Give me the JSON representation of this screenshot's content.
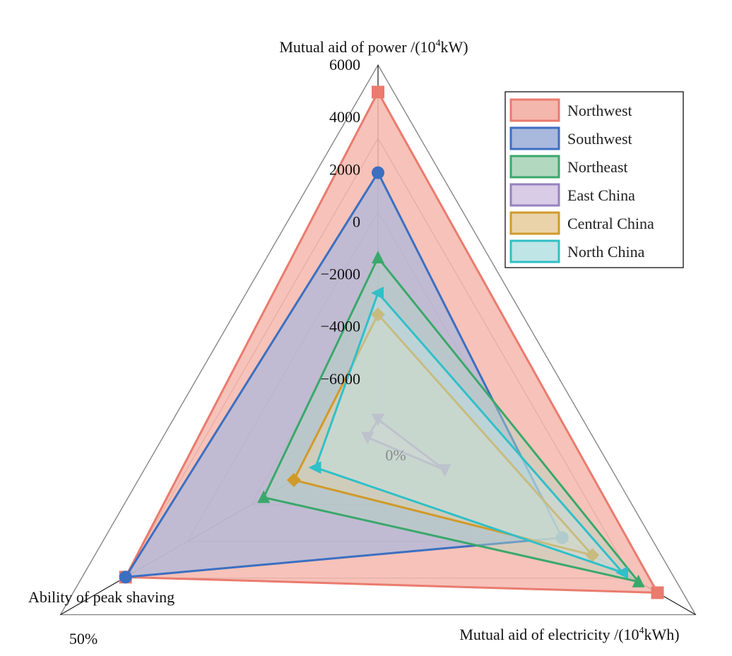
{
  "chart_data": {
    "type": "radar",
    "axes": [
      {
        "key": "power",
        "title_main": "Mutual aid of power /(10",
        "title_sup": "4",
        "title_tail": "kW)"
      },
      {
        "key": "electricity",
        "title_main": "Mutual aid of electricity /(10",
        "title_sup": "4",
        "title_tail": "kWh)"
      },
      {
        "key": "peak",
        "title_main": "Ability of peak shaving",
        "title_sup": "",
        "title_tail": ""
      }
    ],
    "power_axis": {
      "min": -8000,
      "max": 6000,
      "ticks": [
        6000,
        4000,
        2000,
        0,
        -2000,
        -4000,
        -6000
      ],
      "tick_labels": [
        "6000",
        "4000",
        "2000",
        "0",
        "−2000",
        "−4000",
        "−6000"
      ]
    },
    "peak_axis": {
      "min": 0,
      "max": 50,
      "label_min": "0%",
      "label_max": "50%"
    },
    "rings": 5,
    "series": [
      {
        "name": "Northwest",
        "color": "#ea7b6e",
        "fill": "#f4b7ad",
        "fill_opacity": 0.85,
        "marker": "square",
        "values": [
          0.926,
          0.88,
          0.795
        ]
      },
      {
        "name": "Southwest",
        "color": "#3b6fc1",
        "fill": "#a9b8dd",
        "fill_opacity": 0.7,
        "marker": "circle",
        "values": [
          0.706,
          0.58,
          0.795
        ]
      },
      {
        "name": "Northeast",
        "color": "#3aa86b",
        "fill": "#b3d8c0",
        "fill_opacity": 0.45,
        "marker": "triangle",
        "values": [
          0.474,
          0.82,
          0.36
        ]
      },
      {
        "name": "East China",
        "color": "#9681c2",
        "fill": "#d8cce6",
        "fill_opacity": 0.45,
        "marker": "triangle-down",
        "values": [
          0.033,
          0.21,
          0.033
        ]
      },
      {
        "name": "Central China",
        "color": "#d09a2a",
        "fill": "#ead3a9",
        "fill_opacity": 0.45,
        "marker": "diamond",
        "values": [
          0.319,
          0.675,
          0.265
        ]
      },
      {
        "name": "North China",
        "color": "#2fc0c8",
        "fill": "#bfe5e6",
        "fill_opacity": 0.45,
        "marker": "triangle-left",
        "values": [
          0.378,
          0.77,
          0.197
        ]
      }
    ],
    "legend_position": "top-right"
  }
}
